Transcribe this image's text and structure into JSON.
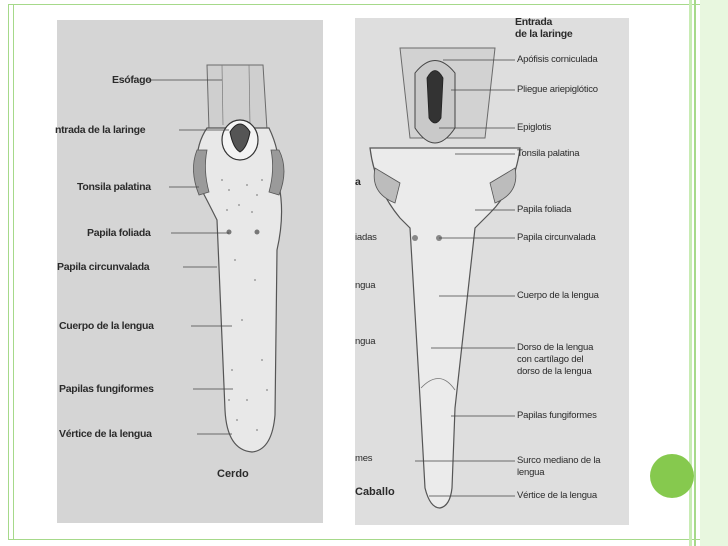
{
  "left_figure": {
    "caption": "Cerdo",
    "labels": [
      "Esófago",
      "ntrada de la laringe",
      "Tonsila palatina",
      "Papila foliada",
      "Papila circunvalada",
      "Cuerpo de la lengua",
      "Papilas fungiformes",
      "Vértice de la lengua"
    ]
  },
  "right_figure": {
    "caption": "Caballo",
    "header": [
      "Entrada",
      "de la laringe"
    ],
    "labels": [
      "Apófisis corniculada",
      "Pliegue ariepiglótico",
      "Epiglotis",
      "Tonsila palatina",
      "Papila foliada",
      "Papila circunvalada",
      "Cuerpo de la lengua",
      "Dorso de la lengua",
      "con cartílago del",
      "dorso de la lengua",
      "Papilas fungiformes",
      "Surco mediano de la",
      "lengua",
      "Vértice de la lengua"
    ],
    "cut_labels": [
      "a",
      "iadas",
      "ngua",
      "ngua",
      "mes"
    ]
  },
  "colors": {
    "accent_green": "#86c94e",
    "frame_green": "#a6d98a"
  }
}
